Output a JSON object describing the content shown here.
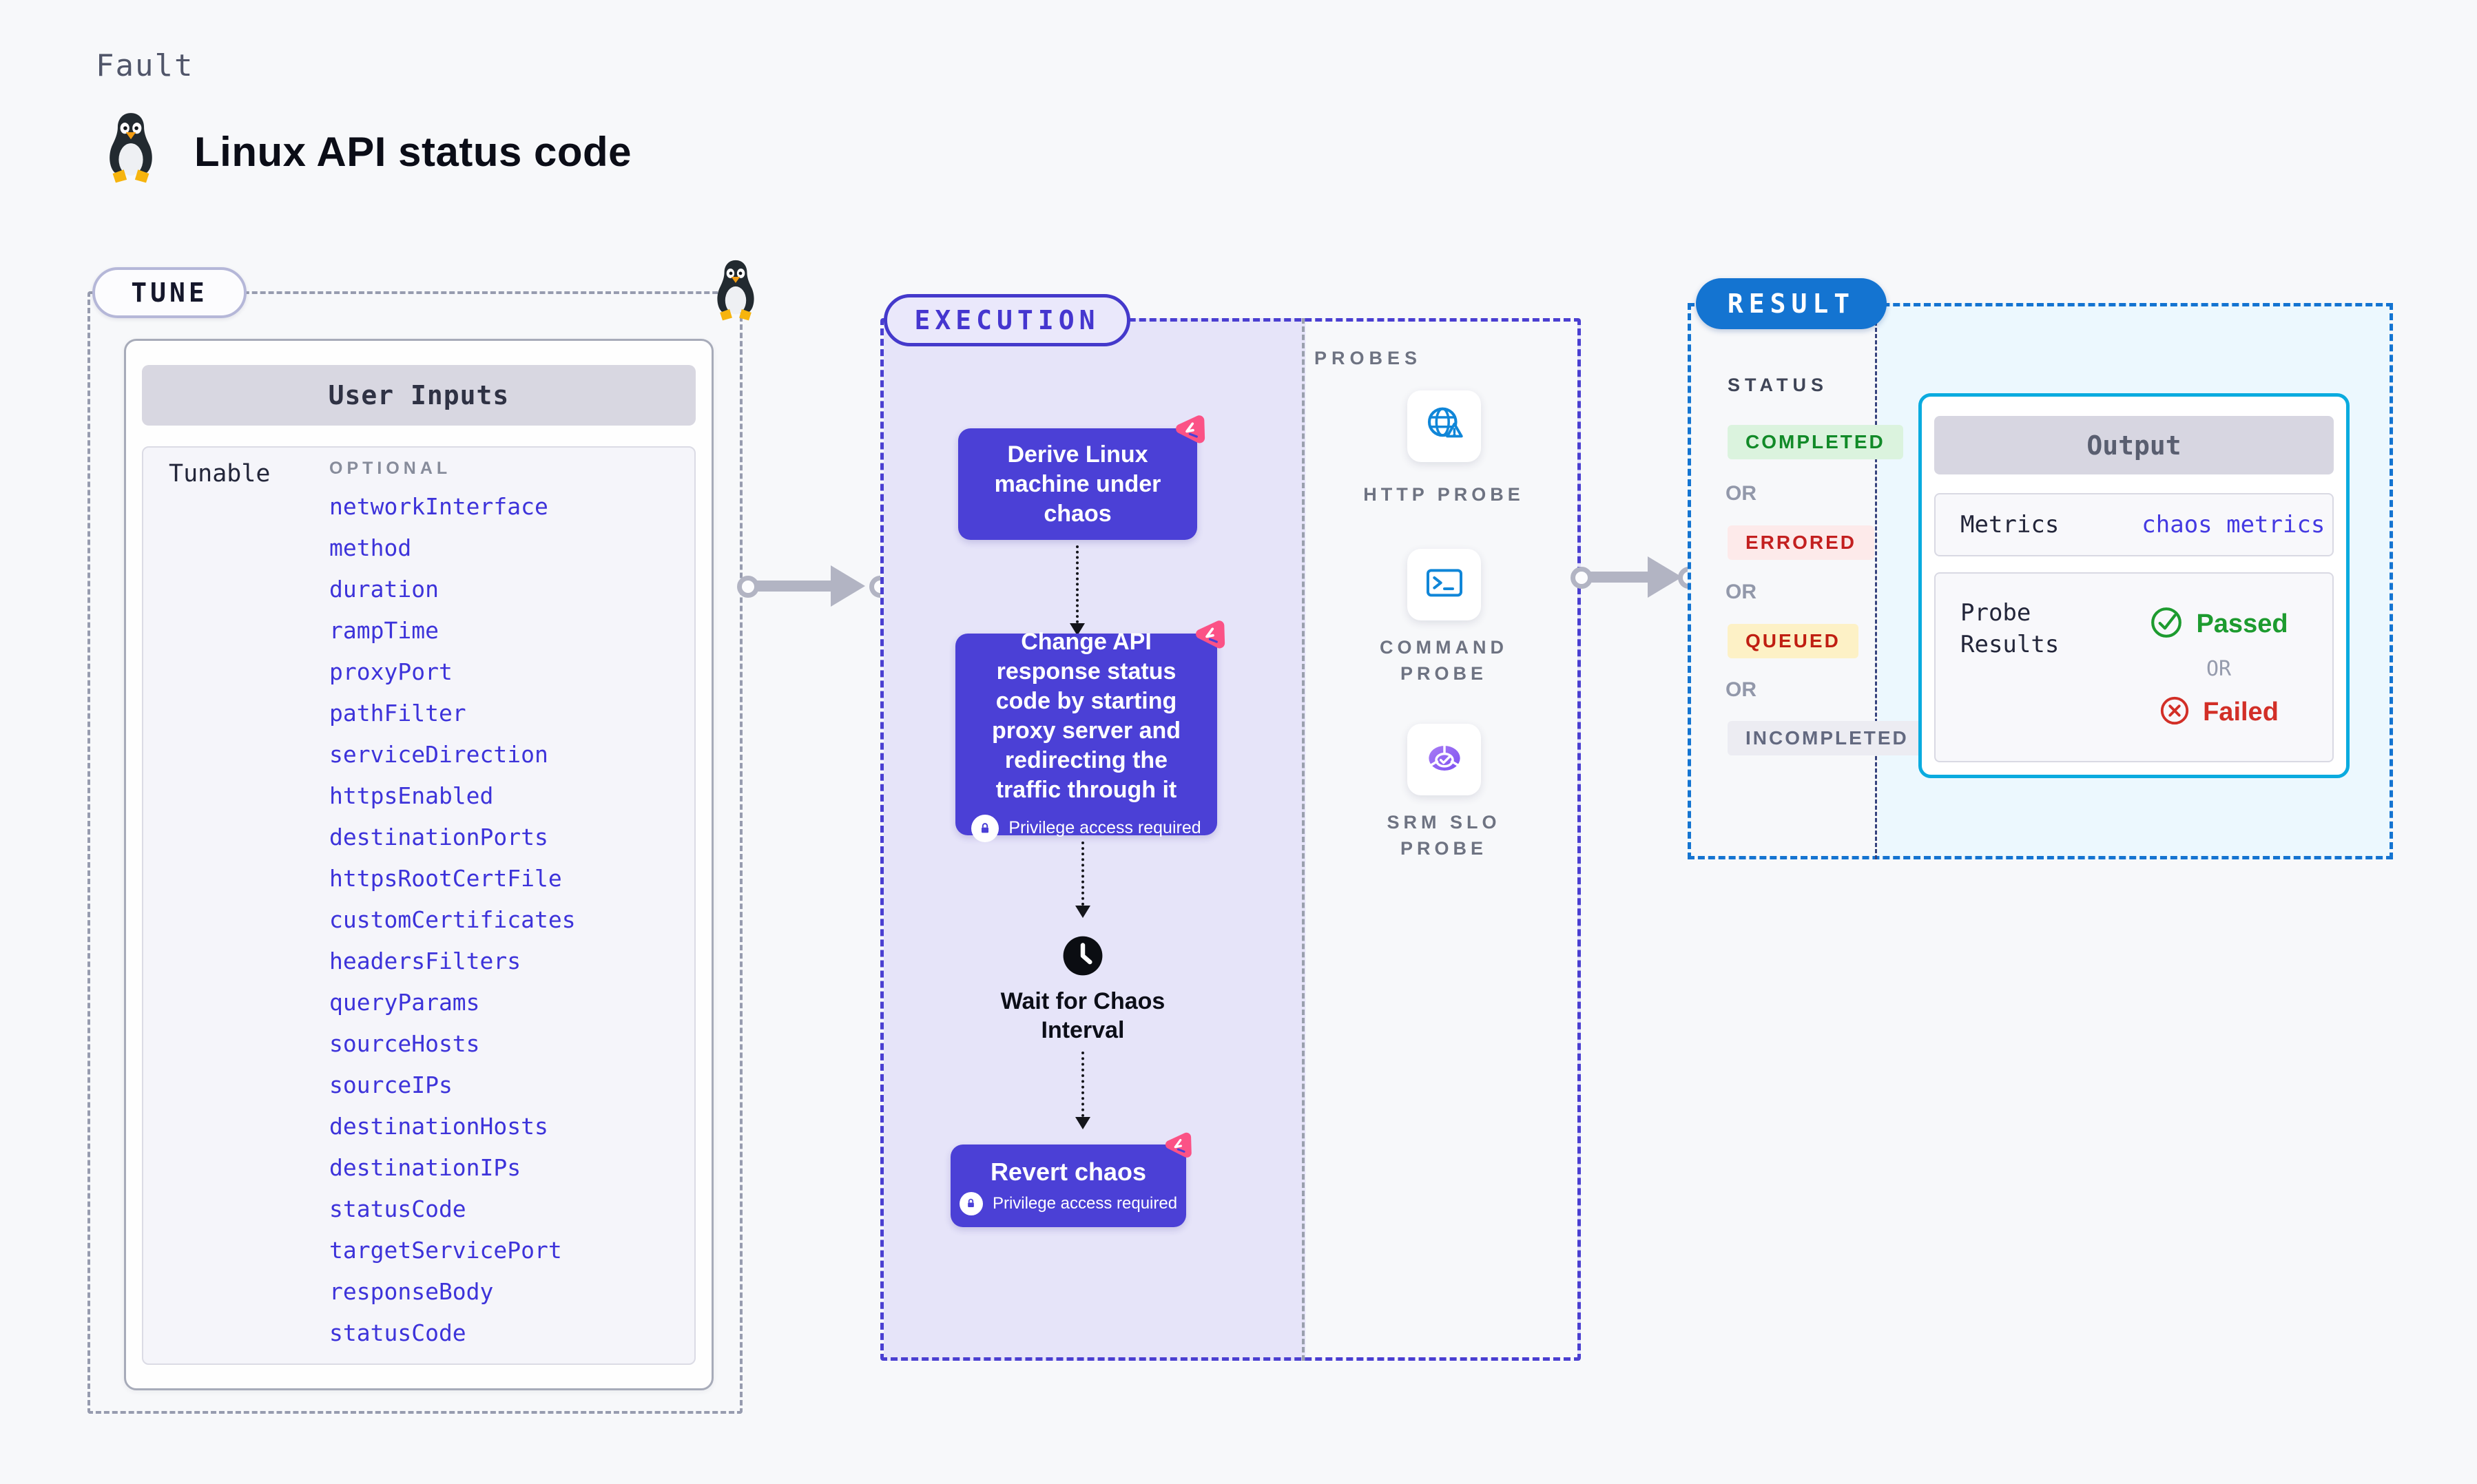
{
  "page": {
    "kicker": "Fault",
    "title": "Linux API status code"
  },
  "icons": {
    "penguin-icon": "🐧",
    "chaos-icon": "▶",
    "lock-icon": "🔒",
    "clock-icon": "🕓",
    "globe-warning-icon": "🌐⚠",
    "terminal-icon": ">_",
    "slo-donut-icon": "◔✓",
    "passed-icon": "✓",
    "failed-icon": "✕",
    "connector-arrow-icon": "→"
  },
  "tune": {
    "label": "TUNE",
    "user_inputs": {
      "header": "User Inputs",
      "row_label": "Tunable",
      "column_label": "OPTIONAL",
      "params": [
        "networkInterface",
        "method",
        "duration",
        "rampTime",
        "proxyPort",
        "pathFilter",
        "serviceDirection",
        "httpsEnabled",
        "destinationPorts",
        "httpsRootCertFile",
        "customCertificates",
        "headersFilters",
        "queryParams",
        "sourceHosts",
        "sourceIPs",
        "destinationHosts",
        "destinationIPs",
        "statusCode",
        "targetServicePort",
        "responseBody",
        "statusCode"
      ]
    }
  },
  "execution": {
    "label": "EXECUTION",
    "nodes": [
      {
        "text": "Derive Linux machine under chaos"
      },
      {
        "text": "Change API response status code by starting proxy server and redirecting the traffic through it",
        "note": "Privilege access required"
      },
      {
        "text": "Wait for Chaos Interval"
      },
      {
        "text": "Revert chaos",
        "note": "Privilege access required"
      }
    ],
    "probes": {
      "label": "PROBES",
      "items": [
        {
          "label": "HTTP PROBE",
          "icon": "globe-warning-icon"
        },
        {
          "label": "COMMAND PROBE",
          "icon": "terminal-icon"
        },
        {
          "label": "SRM SLO PROBE",
          "icon": "slo-donut-icon"
        }
      ]
    }
  },
  "result": {
    "label": "RESULT",
    "status": {
      "label": "STATUS",
      "or_label": "OR",
      "badges": [
        {
          "text": "COMPLETED",
          "fg": "#118a28",
          "bg": "#dbf3de"
        },
        {
          "text": "ERRORED",
          "fg": "#c32020",
          "bg": "#fdeaea"
        },
        {
          "text": "QUEUED",
          "fg": "#c01e12",
          "bg": "#fdf1c6"
        },
        {
          "text": "INCOMPLETED",
          "fg": "#636980",
          "bg": "#ececf2"
        }
      ]
    },
    "output": {
      "header": "Output",
      "metrics_label": "Metrics",
      "metrics_value": "chaos metrics",
      "probe_results_label": "Probe Results",
      "passed_label": "Passed",
      "or_label": "OR",
      "failed_label": "Failed"
    }
  },
  "colors": {
    "background": "#f7f8fa",
    "node_indigo": "#4b40d6",
    "chaos_pink": "#fb5286",
    "execution_border": "#4a3fd1",
    "execution_fill": "#e6e4f9",
    "tune_border": "#979caf",
    "result_border": "#1474d1",
    "result_fill": "#ecf8fe",
    "output_border": "#0aabdf",
    "param_link": "#3d33da",
    "probe_blue": "#1086d8",
    "passed_green": "#1d9b2f",
    "failed_red": "#d22f27"
  }
}
